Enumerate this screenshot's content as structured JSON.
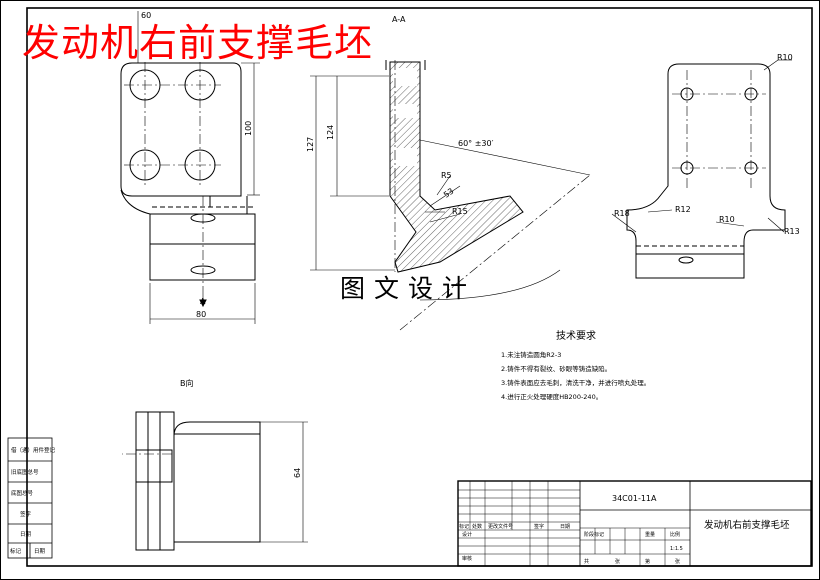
{
  "title_overlay": "发动机右前支撑毛坯",
  "watermark": "图文设计",
  "section_label": "A-A",
  "view_label_b": "B向",
  "view_arrow_a": "A",
  "dimensions": {
    "front_width": "80",
    "front_height": "100",
    "front_top": "60",
    "section_h1": "124",
    "section_h2": "127",
    "angle": "60° ±30′",
    "r5": "R5",
    "r15": "R15",
    "s53": "53",
    "right_r10_top": "R10",
    "right_r18": "R18",
    "right_r12": "R12",
    "right_r10_bot": "R10",
    "right_r13": "R13",
    "bview_h": "64"
  },
  "technical": {
    "heading": "技术要求",
    "items": [
      "1.未注铸造圆角R2-3",
      "2.铸件不得有裂纹、砂眼等铸造缺陷。",
      "3.铸件表面应去毛刺，清洗干净，并进行喷丸处理。",
      "4.进行正火处理硬度HB200-240。"
    ]
  },
  "sidebar": {
    "cells": [
      "借（通）用件登记",
      "旧底图总号",
      "底图总号",
      "签字",
      "日期"
    ],
    "bottom": [
      "标记",
      "日期"
    ]
  },
  "title_block": {
    "drawing_no": "34C01-11A",
    "part_name": "发动机右前支撑毛坯",
    "rev_headers": [
      "标记",
      "处数",
      "更改文件号",
      "签字",
      "日期"
    ],
    "design": "设计",
    "approve": "审核",
    "stage_headers": [
      "阶段标记",
      "重量",
      "比例"
    ],
    "scale": "1:1.5",
    "sheet": "共",
    "sheets": "张",
    "page": "第",
    "page2": "张"
  }
}
